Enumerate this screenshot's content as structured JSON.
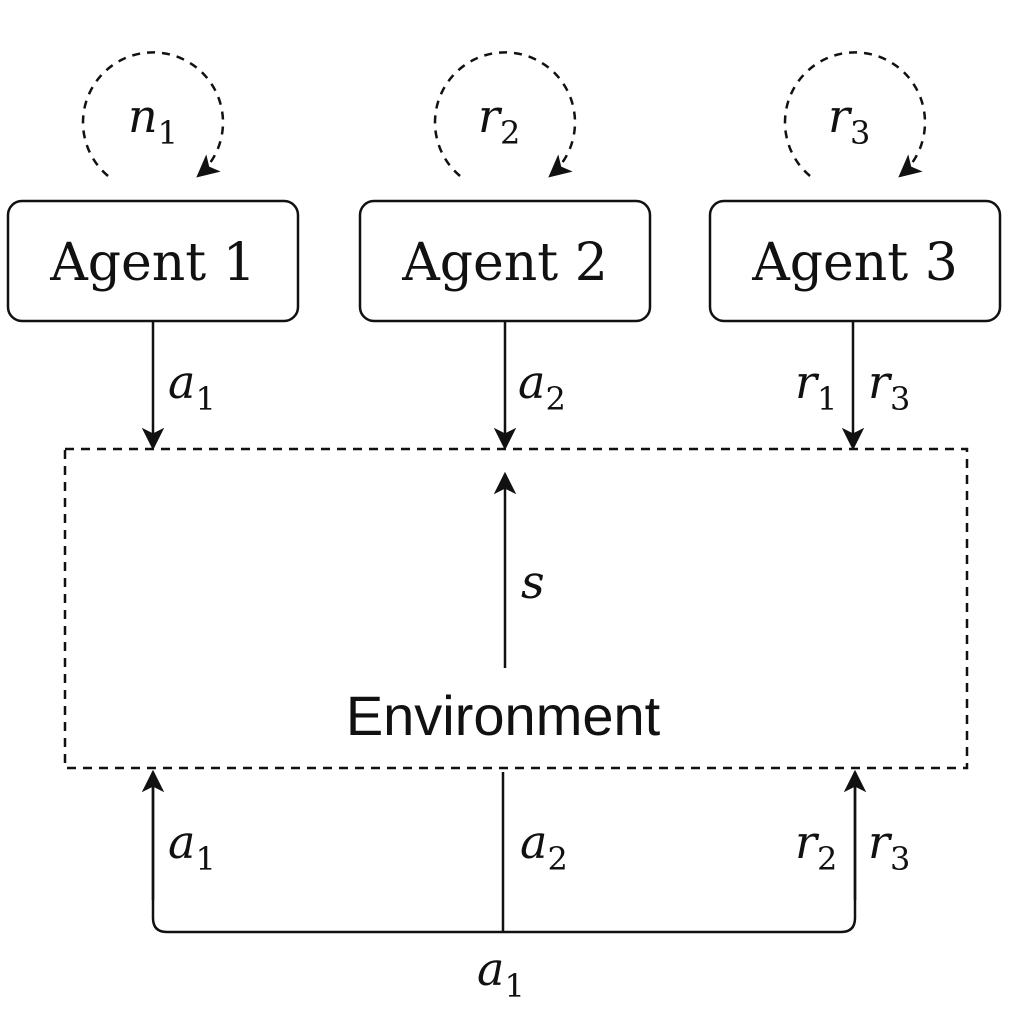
{
  "agents": [
    {
      "label": "Agent 1",
      "loop_var": "n",
      "loop_sub": "1"
    },
    {
      "label": "Agent 2",
      "loop_var": "r",
      "loop_sub": "2"
    },
    {
      "label": "Agent 3",
      "loop_var": "r",
      "loop_sub": "3"
    }
  ],
  "environment": {
    "label": "Environment"
  },
  "top_edges": [
    {
      "parts": [
        {
          "var": "a",
          "sub": "1"
        }
      ]
    },
    {
      "parts": [
        {
          "var": "a",
          "sub": "2"
        }
      ]
    },
    {
      "left": {
        "var": "r",
        "sub": "1"
      },
      "right": {
        "var": "r",
        "sub": "3"
      }
    }
  ],
  "state_edge": {
    "var": "s"
  },
  "bottom_edges": [
    {
      "var": "a",
      "sub": "1"
    },
    {
      "var": "a",
      "sub": "2"
    },
    {
      "left": {
        "var": "r",
        "sub": "2"
      },
      "right": {
        "var": "r",
        "sub": "3"
      }
    }
  ],
  "bottom_bus": {
    "var": "a",
    "sub": "1"
  }
}
